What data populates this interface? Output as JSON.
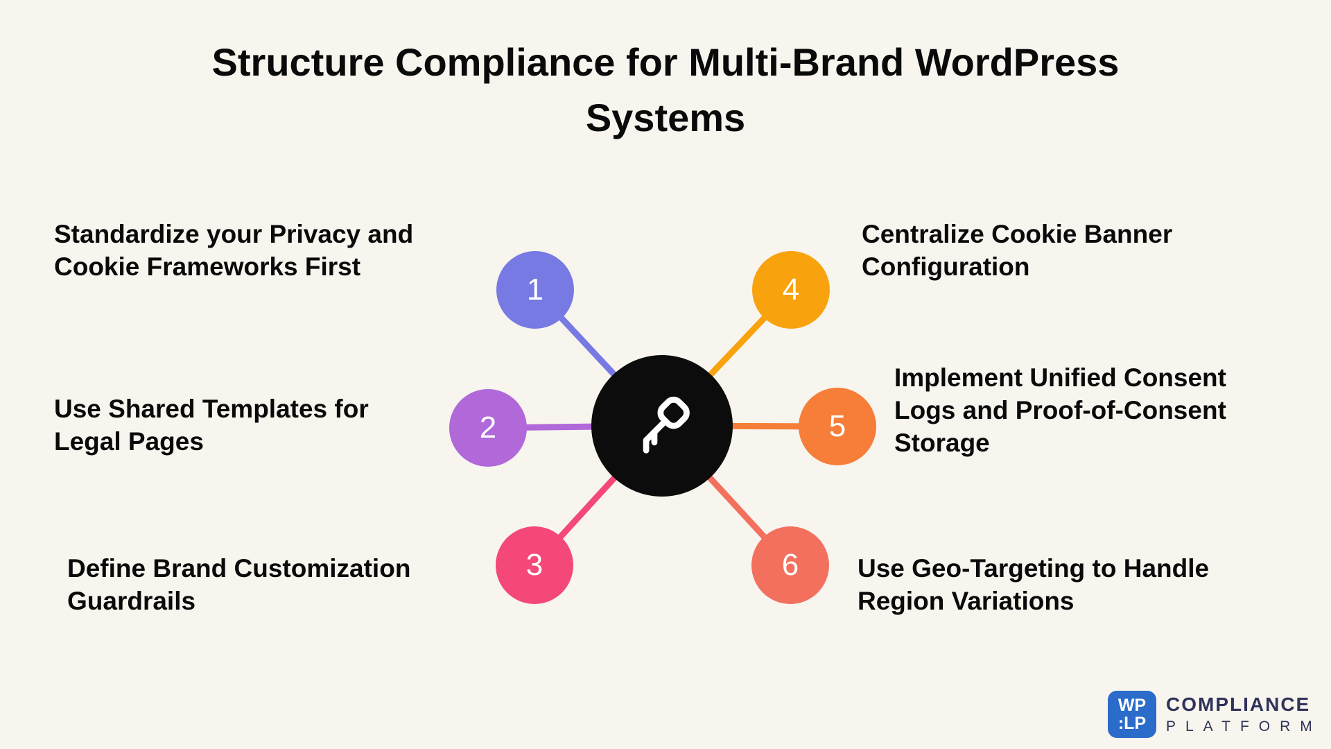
{
  "header": {
    "title_line1": "Structure Compliance for Multi-Brand WordPress",
    "title_line2": "Systems"
  },
  "hub": {
    "icon": "key-icon",
    "color": "#0c0c0c",
    "icon_color": "#ffffff"
  },
  "steps": [
    {
      "number": "1",
      "color": "#767ae2",
      "lines": [
        "Standardize your Privacy and",
        "Cookie Frameworks First"
      ]
    },
    {
      "number": "2",
      "color": "#b168d9",
      "lines": [
        "Use Shared Templates for",
        "Legal Pages"
      ]
    },
    {
      "number": "3",
      "color": "#f34878",
      "lines": [
        "Define Brand Customization",
        "Guardrails"
      ]
    },
    {
      "number": "4",
      "color": "#f8a30e",
      "lines": [
        "Centralize Cookie Banner",
        "Configuration"
      ]
    },
    {
      "number": "5",
      "color": "#f67e38",
      "lines": [
        "Implement Unified Consent",
        "Logs and Proof-of-Consent",
        "Storage"
      ]
    },
    {
      "number": "6",
      "color": "#f3705e",
      "lines": [
        "Use Geo-Targeting to Handle",
        "Region Variations"
      ]
    }
  ],
  "footer_logo": {
    "mark_line1": "WP",
    "mark_line2": ":LP",
    "mark_bg": "#2b6bca",
    "name_line1": "COMPLIANCE",
    "name_line2": "PLATFORM",
    "text_color": "#2f3359"
  },
  "colors": {
    "background": "#f7f5ee",
    "text": "#0a0a0a"
  }
}
